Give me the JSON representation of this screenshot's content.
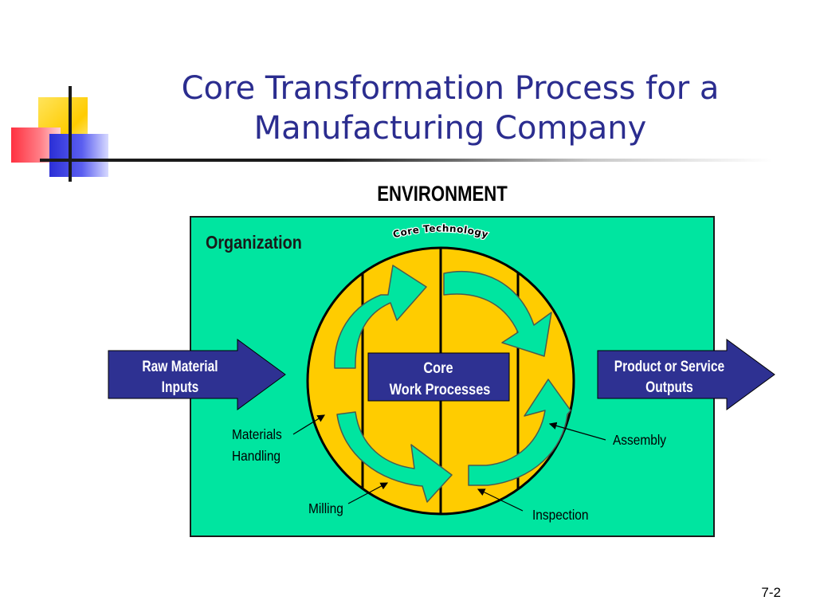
{
  "title": {
    "line1": "Core Transformation Process for a",
    "line2": "Manufacturing Company"
  },
  "diagram": {
    "environment_label": "ENVIRONMENT",
    "organization_label": "Organization",
    "core_technology_label": "Core Technology",
    "core_box": {
      "line1": "Core",
      "line2": "Work Processes"
    },
    "input_arrow": {
      "line1": "Raw Material",
      "line2": "Inputs"
    },
    "output_arrow": {
      "line1": "Product or Service",
      "line2": "Outputs"
    },
    "processes": {
      "materials_handling": {
        "line1": "Materials",
        "line2": "Handling"
      },
      "milling": "Milling",
      "inspection": "Inspection",
      "assembly": "Assembly"
    }
  },
  "colors": {
    "organization_fill": "#00e5a0",
    "circle_fill": "#ffcc00",
    "arrow_box_fill": "#2e3192",
    "cycle_arrow_fill": "#00e5a0",
    "title_color": "#2b2d8f"
  },
  "footer": {
    "slide_number": "7-2"
  }
}
